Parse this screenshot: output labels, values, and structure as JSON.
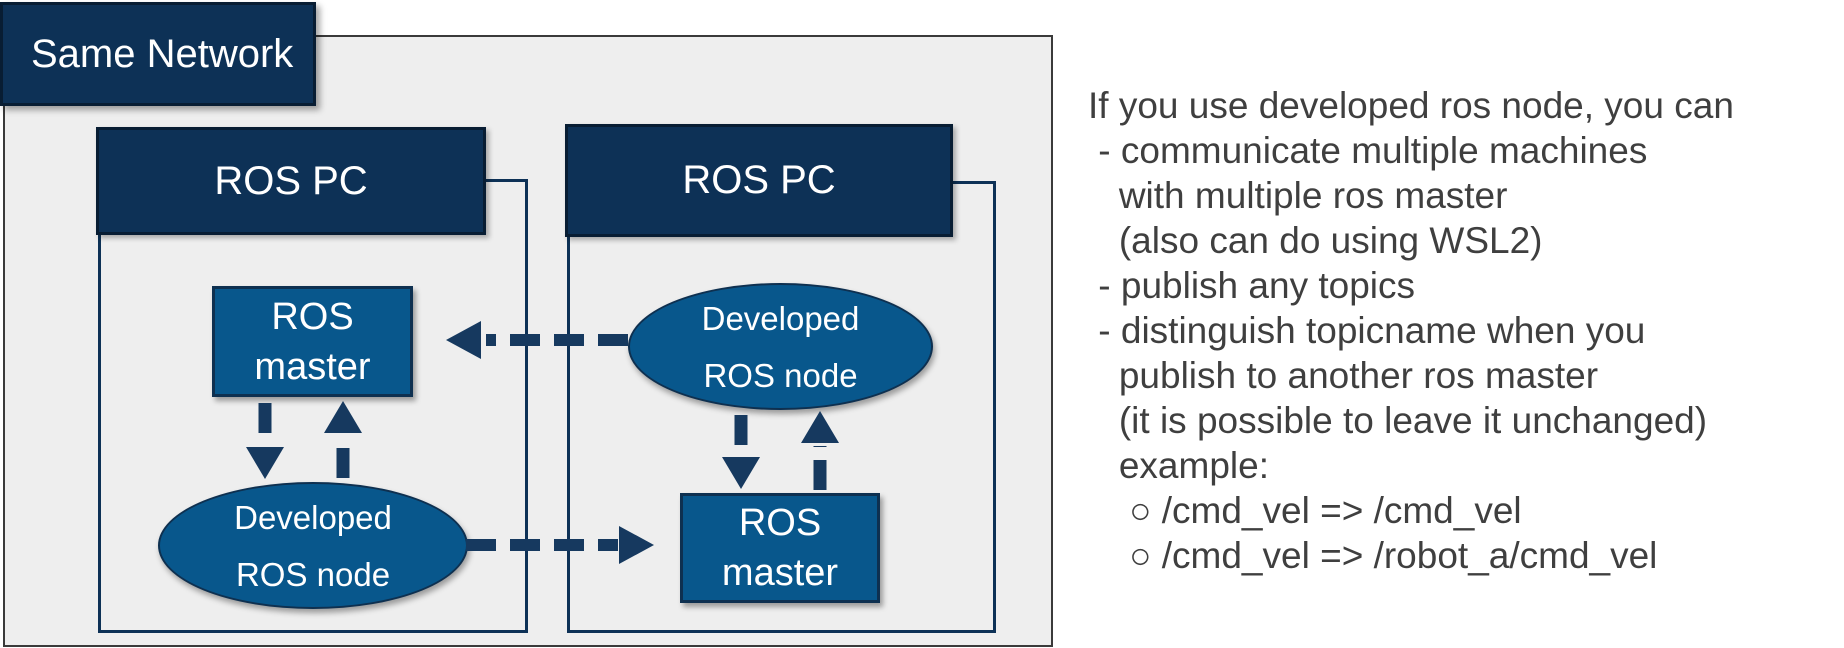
{
  "colors": {
    "navy": "#0d3156",
    "navy_border": "#081d33",
    "blue": "#08578c",
    "blue_border": "#0e3050",
    "arrow": "#16395f",
    "canvas_bg": "#ffffff",
    "panel_bg": "#eeeeee",
    "panel_border": "#3a3a3a",
    "text_dark": "#3f3f3f",
    "text_light": "#ffffff"
  },
  "diagram": {
    "network_label": "Same Network",
    "left_pc": {
      "title": "ROS PC",
      "master": {
        "line1": "ROS",
        "line2": "master"
      },
      "node": {
        "line1": "Developed",
        "line2": "ROS node"
      }
    },
    "right_pc": {
      "title": "ROS PC",
      "master": {
        "line1": "ROS",
        "line2": "master"
      },
      "node": {
        "line1": "Developed",
        "line2": "ROS node"
      }
    },
    "arrows": [
      {
        "name": "right-node-to-left-master",
        "style": "dashed",
        "direction": "left"
      },
      {
        "name": "left-node-to-right-master",
        "style": "dashed",
        "direction": "right"
      },
      {
        "name": "left-master-to-node",
        "style": "dashed",
        "direction": "down"
      },
      {
        "name": "left-node-to-master",
        "style": "dashed",
        "direction": "up"
      },
      {
        "name": "right-node-to-master",
        "style": "dashed",
        "direction": "down"
      },
      {
        "name": "right-master-to-node",
        "style": "dashed",
        "direction": "up"
      }
    ]
  },
  "notes": {
    "lines": [
      "If you use developed ros node, you can",
      " - communicate multiple machines",
      "   with multiple ros master",
      "   (also can do using WSL2)",
      " - publish any topics",
      " - distinguish topicname when you",
      "   publish to another ros master",
      "   (it is possible to leave it unchanged)",
      "   example:",
      "    ○ /cmd_vel => /cmd_vel",
      "    ○ /cmd_vel => /robot_a/cmd_vel"
    ]
  }
}
